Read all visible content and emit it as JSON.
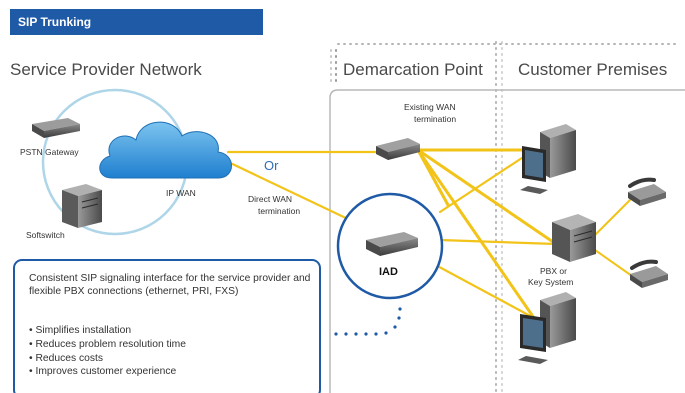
{
  "banner": {
    "title": "SIP Trunking"
  },
  "headings": {
    "service_provider": "Service Provider Network",
    "demarcation": "Demarcation Point",
    "customer": "Customer Premises"
  },
  "labels": {
    "pstn_gateway": "PSTN Gateway",
    "softswitch": "Softswitch",
    "ip_wan": "IP WAN",
    "or": "Or",
    "direct_wan_line1": "Direct WAN",
    "direct_wan_line2": "termination",
    "existing_wan_line1": "Existing WAN",
    "existing_wan_line2": "termination",
    "iad": "IAD",
    "pbx_line1": "PBX or",
    "pbx_line2": "Key System"
  },
  "info_box": {
    "intro": "Consistent SIP signaling interface for the service provider and flexible PBX connections (ethernet, PRI, FXS)",
    "bullets": [
      "Simplifies installation",
      "Reduces problem resolution time",
      "Reduces costs",
      "Improves customer experience"
    ]
  },
  "colors": {
    "banner": "#1f5aa6",
    "connection": "#f2c318",
    "cloud": "#2f8fd4",
    "circle": "#aed6e8",
    "dots": "#1f5aa6"
  },
  "icons": [
    "router-icon",
    "server-tower-icon",
    "cloud-icon",
    "desktop-computer-icon",
    "desk-phone-icon"
  ]
}
